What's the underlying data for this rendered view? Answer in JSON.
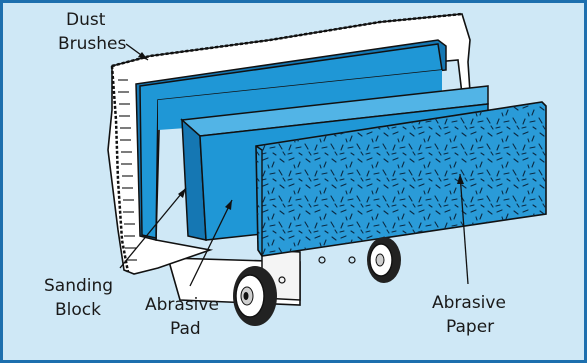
{
  "diagram": {
    "labels": {
      "dust_brushes": [
        "Dust",
        "Brushes"
      ],
      "sanding_block": [
        "Sanding",
        "Block"
      ],
      "abrasive_pad": [
        "Abrasive",
        "Pad"
      ],
      "abrasive_paper": [
        "Abrasive",
        "Paper"
      ]
    },
    "colors": {
      "background": "#cfe8f6",
      "frame_border": "#1d6fae",
      "block_blue": "#1f97d6",
      "block_blue_dark": "#1577b3",
      "paper_blue": "#2a9bd8",
      "brush_white": "#ffffff",
      "outline": "#111111"
    }
  }
}
